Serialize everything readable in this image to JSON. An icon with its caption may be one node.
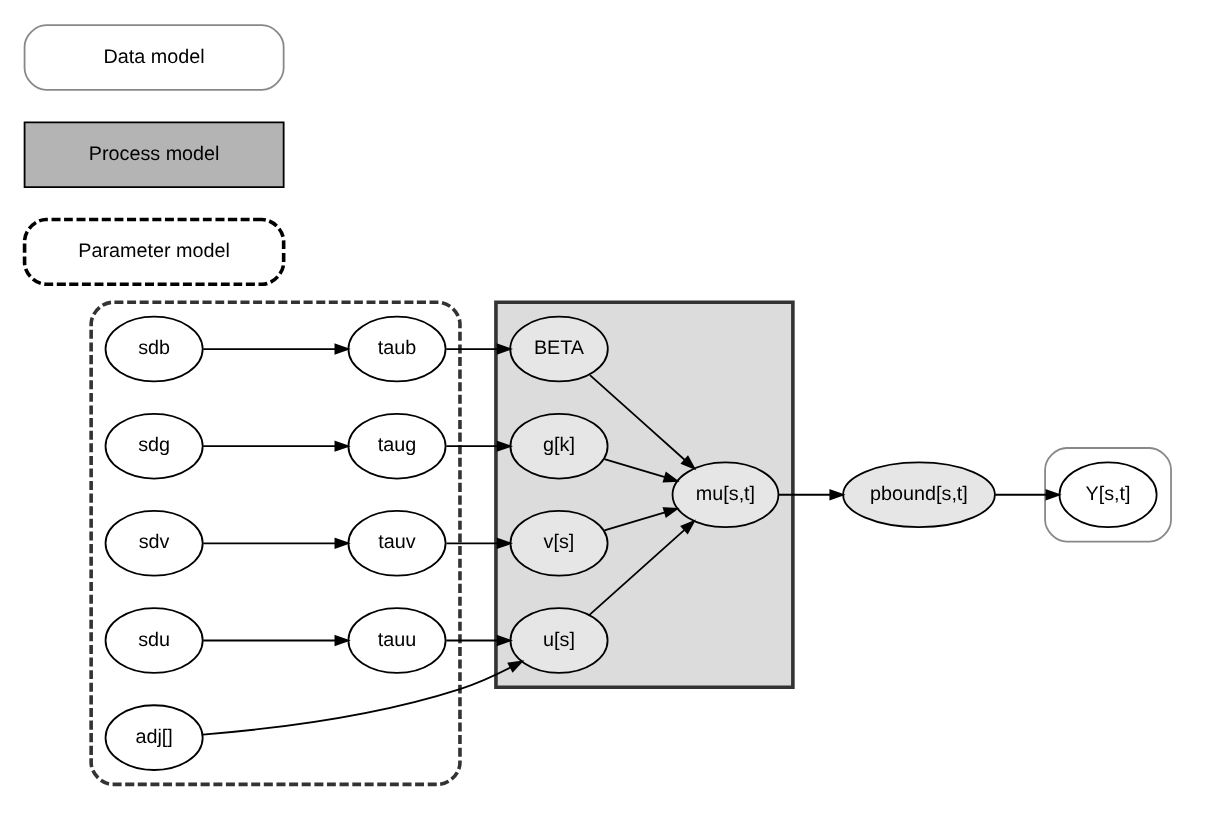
{
  "diagram": {
    "nodes": [
      {
        "text": [],
        "shape": "box"
      },
      {
        "text": [],
        "shape": "box"
      },
      {
        "text": [],
        "shape": "box"
      },
      {
        "text": [
          "sdb"
        ],
        "in": 0
      },
      {
        "text": [
          "taub"
        ],
        "in": 0
      },
      {
        "text": [
          "sdu"
        ],
        "in": 0
      },
      {
        "text": [
          "tauu"
        ],
        "in": 0
      },
      {
        "text": [
          "adj[]"
        ],
        "in": 0
      },
      {
        "text": [
          "sdg"
        ],
        "in": 0
      },
      {
        "text": [
          "taug"
        ],
        "in": 0
      },
      {
        "text": [
          "sdv"
        ],
        "in": 0
      },
      {
        "text": [
          "tauv"
        ],
        "in": 0
      },
      {
        "text": [
          "BETA"
        ],
        "in": 1
      },
      {
        "text": [
          "u[s]"
        ],
        "in": 1
      },
      {
        "text": [
          "mu[s,t]"
        ],
        "in": 1
      },
      {
        "text": [
          "g[k]"
        ],
        "in": 1
      },
      {
        "text": [
          "v[s]"
        ],
        "in": 1
      },
      {
        "text": [
          "pbound[s,t]"
        ]
      },
      {
        "text": [
          "Y[s,t]"
        ],
        "in": 2
      },
      {
        "text": [
          "Parameter model"
        ]
      },
      {
        "text": [
          "Process model"
        ]
      },
      {
        "text": [
          "Data model"
        ]
      }
    ],
    "edges": [
      {
        "from": 3,
        "to": 4,
        "arrow": "to"
      },
      {
        "from": 5,
        "to": 6,
        "arrow": "to"
      },
      {
        "from": 4,
        "to": 12,
        "arrow": "to"
      },
      {
        "from": 6,
        "to": 13,
        "arrow": "to"
      },
      {
        "from": 7,
        "to": 13,
        "arrow": "to"
      },
      {
        "from": 8,
        "to": 9,
        "arrow": "to"
      },
      {
        "from": 10,
        "to": 11,
        "arrow": "to"
      },
      {
        "from": 9,
        "to": 15,
        "arrow": "to"
      },
      {
        "from": 11,
        "to": 16,
        "arrow": "to"
      },
      {
        "from": 12,
        "to": 14,
        "arrow": "to"
      },
      {
        "from": 13,
        "to": 14,
        "arrow": "to"
      },
      {
        "from": 15,
        "to": 14,
        "arrow": "to"
      },
      {
        "from": 16,
        "to": 14,
        "arrow": "to"
      },
      {
        "from": 14,
        "to": 17,
        "arrow": "to"
      },
      {
        "from": 17,
        "to": 18,
        "arrow": "to"
      }
    ]
  }
}
